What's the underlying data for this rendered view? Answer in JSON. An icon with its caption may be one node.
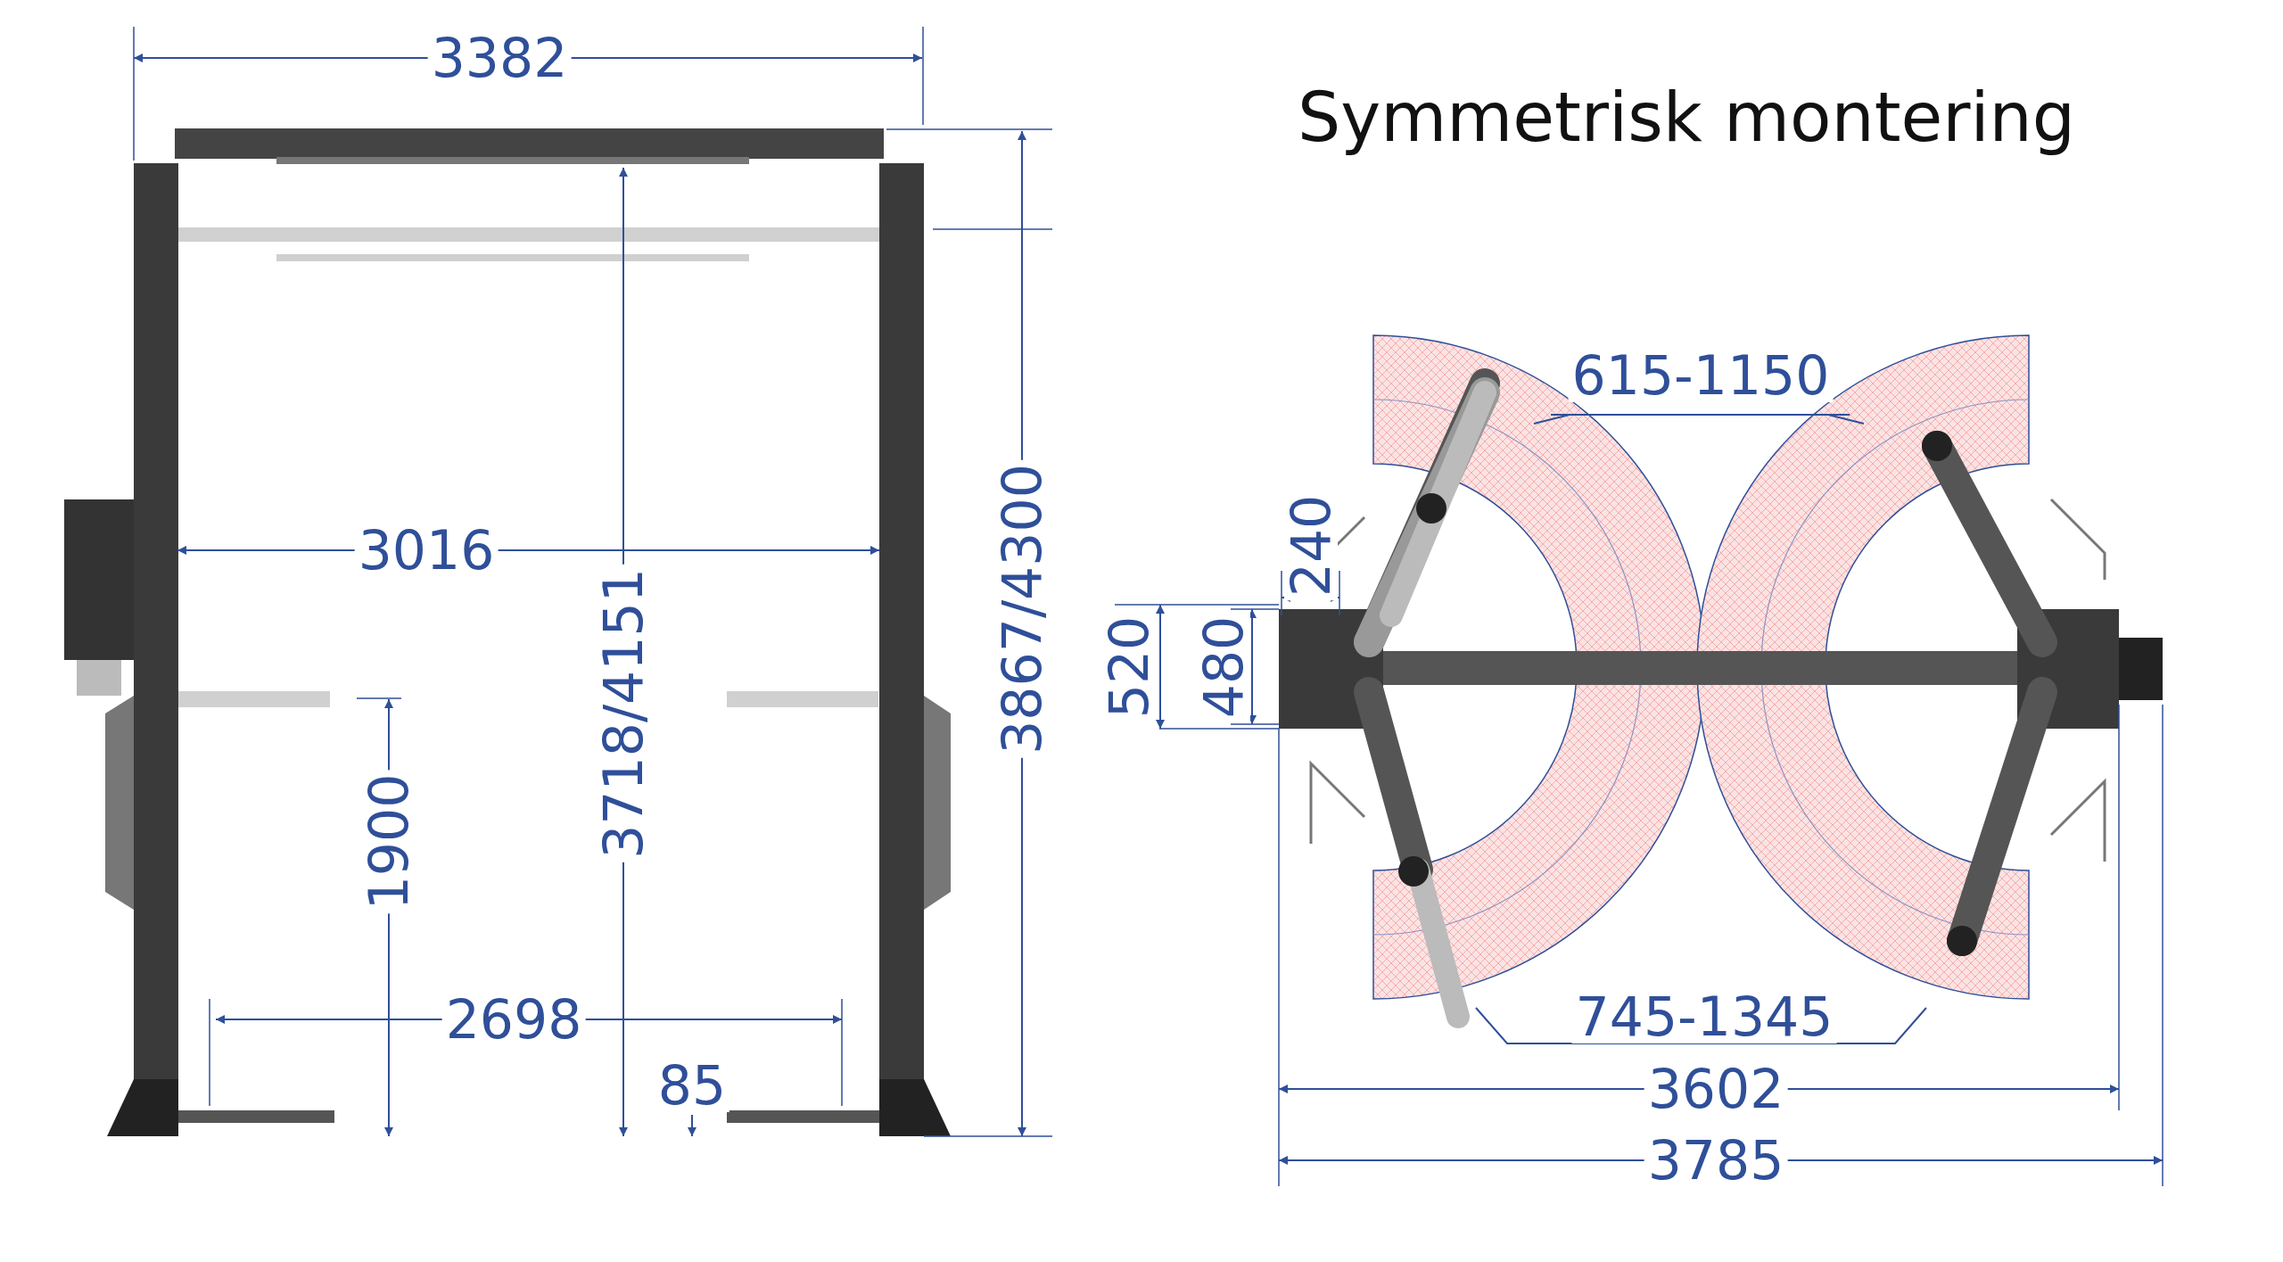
{
  "diagram": {
    "title": "Symmetrisk montering",
    "labels": [
      "3382",
      "615-1150",
      "3016",
      "240",
      "3867/4300",
      "3718/4151",
      "520",
      "480",
      "1900",
      "745-1345",
      "2698",
      "85",
      "3602",
      "3785"
    ]
  }
}
